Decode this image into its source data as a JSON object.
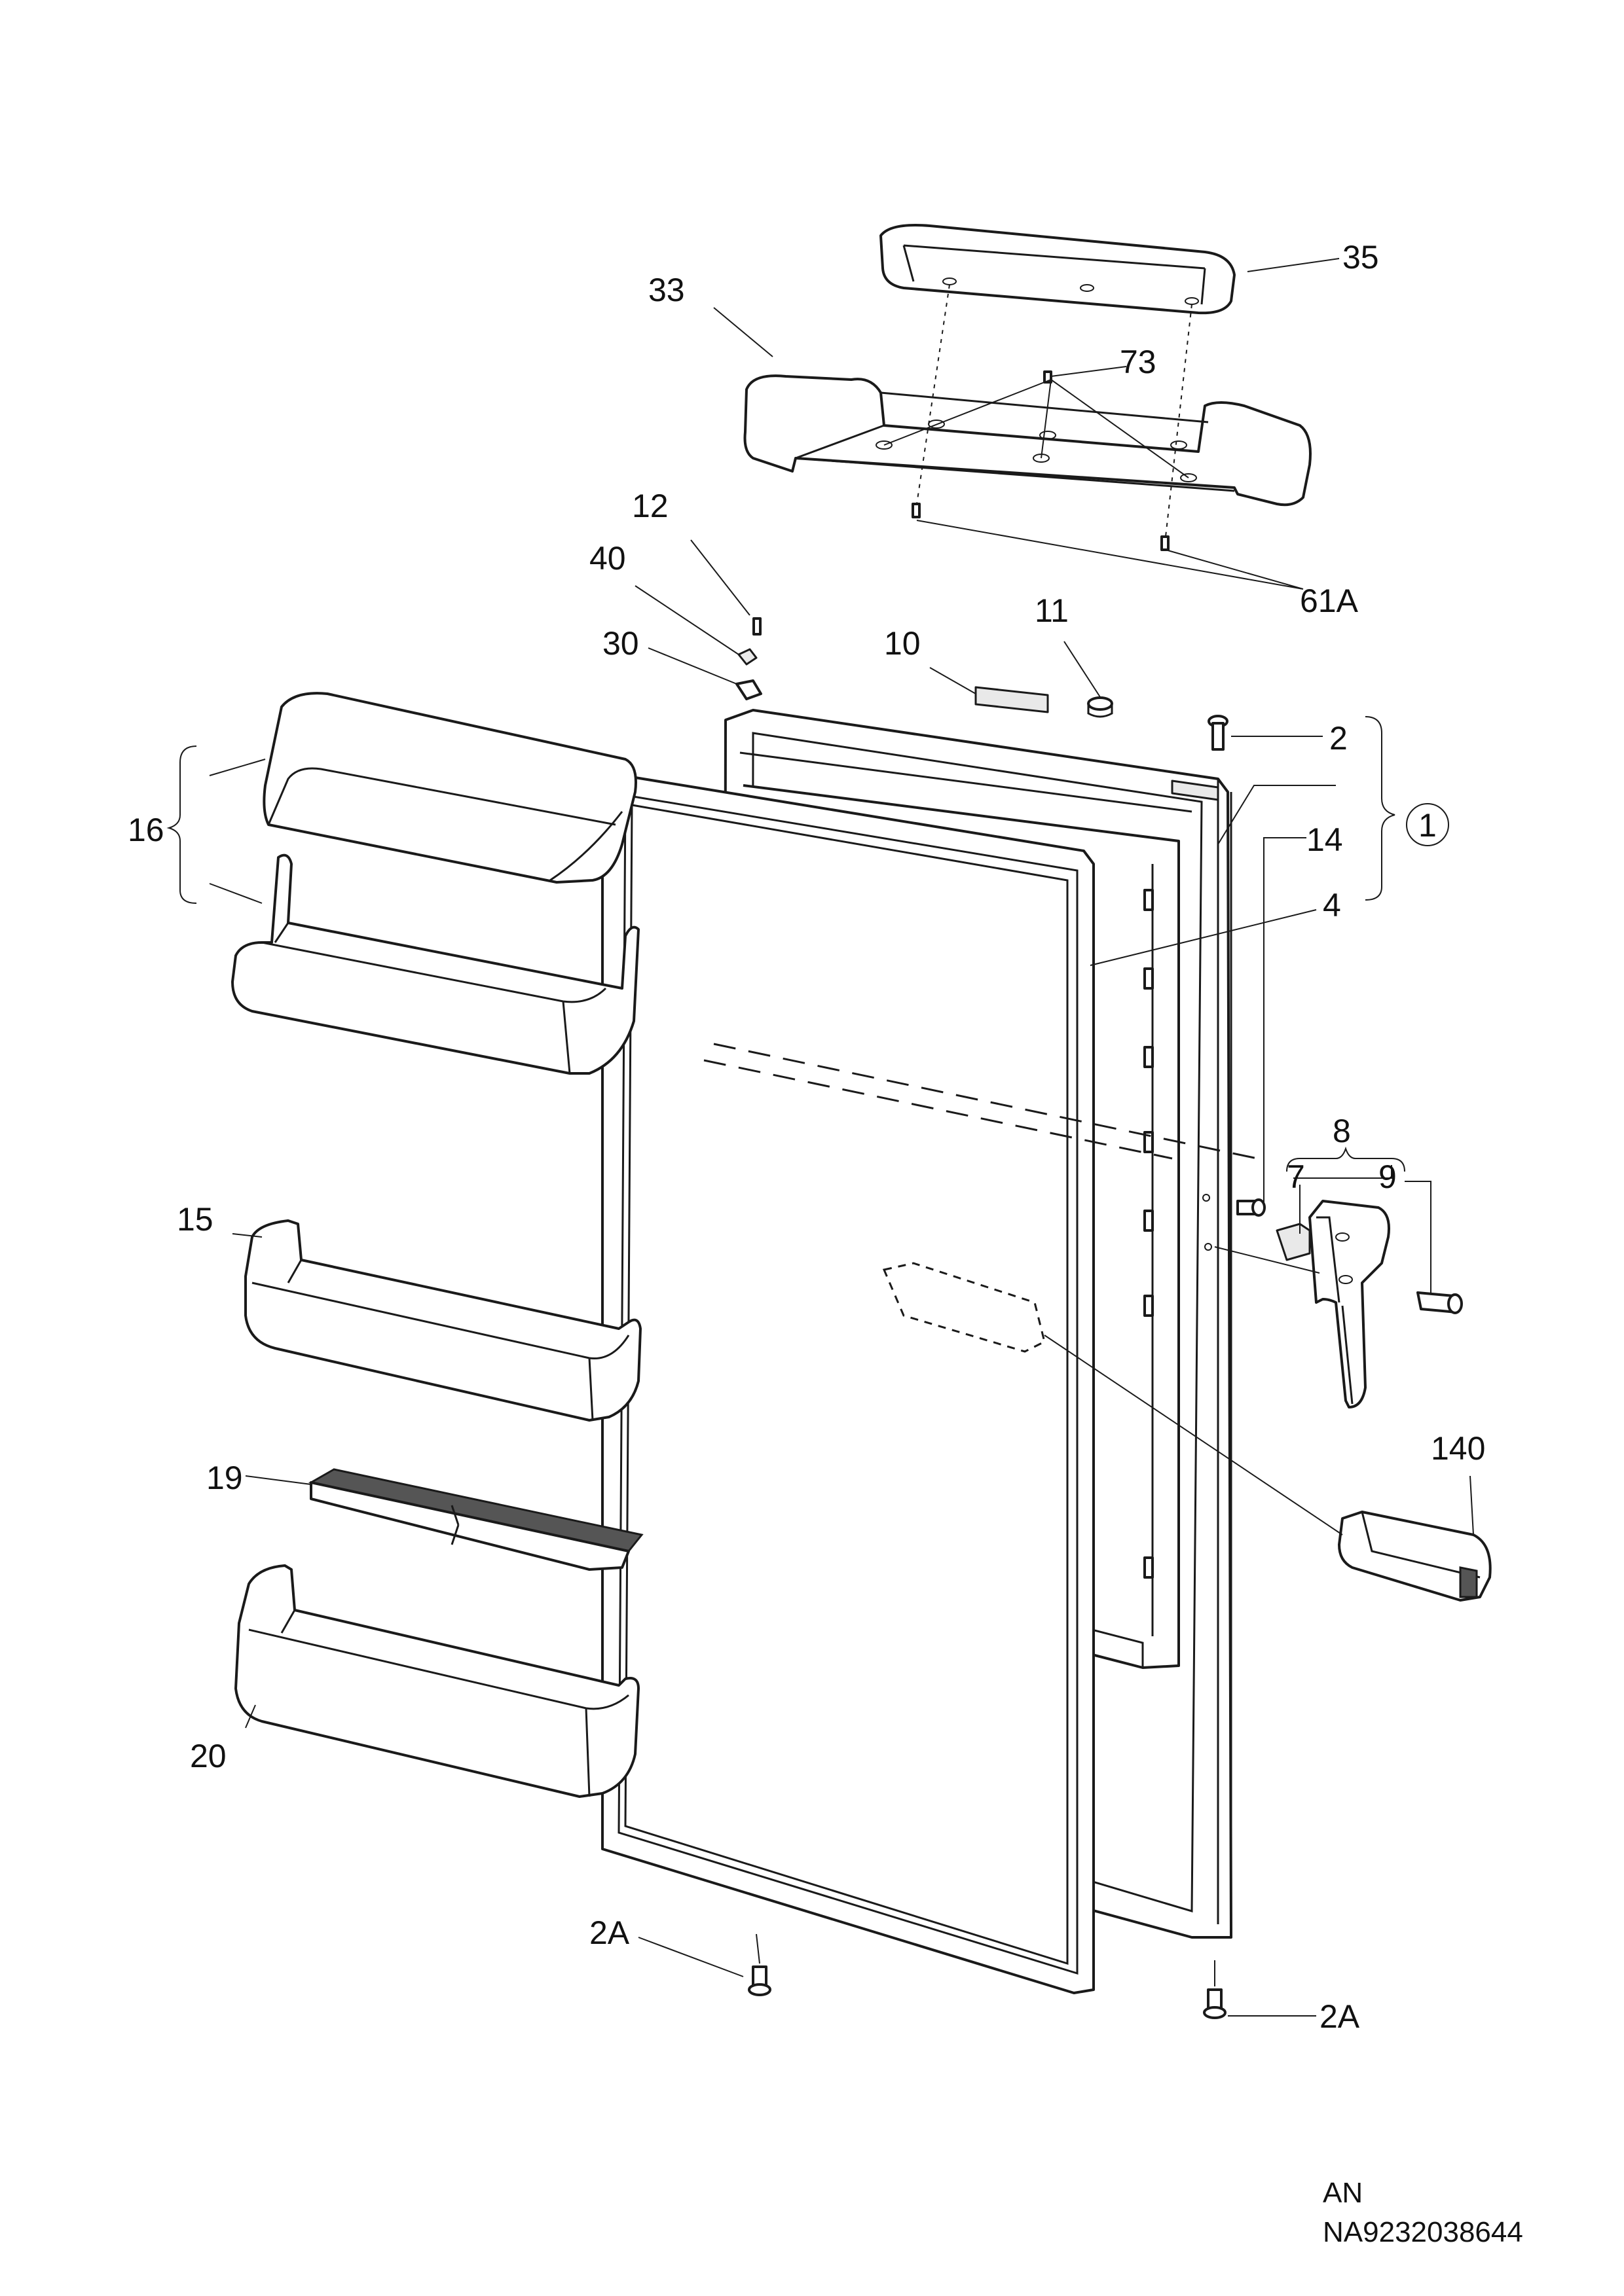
{
  "labels": {
    "p35": "35",
    "p33": "33",
    "p73": "73",
    "p12": "12",
    "p40": "40",
    "p61a": "61A",
    "p30": "30",
    "p10": "10",
    "p11": "11",
    "p2": "2",
    "p16": "16",
    "p1": "1",
    "p14": "14",
    "p4": "4",
    "p8": "8",
    "p7": "7",
    "p9": "9",
    "p15": "15",
    "p140": "140",
    "p19": "19",
    "p20": "20",
    "p2a_left": "2A",
    "p2a_right": "2A"
  },
  "footer": {
    "line1": "AN",
    "line2": "NA9232038644"
  }
}
